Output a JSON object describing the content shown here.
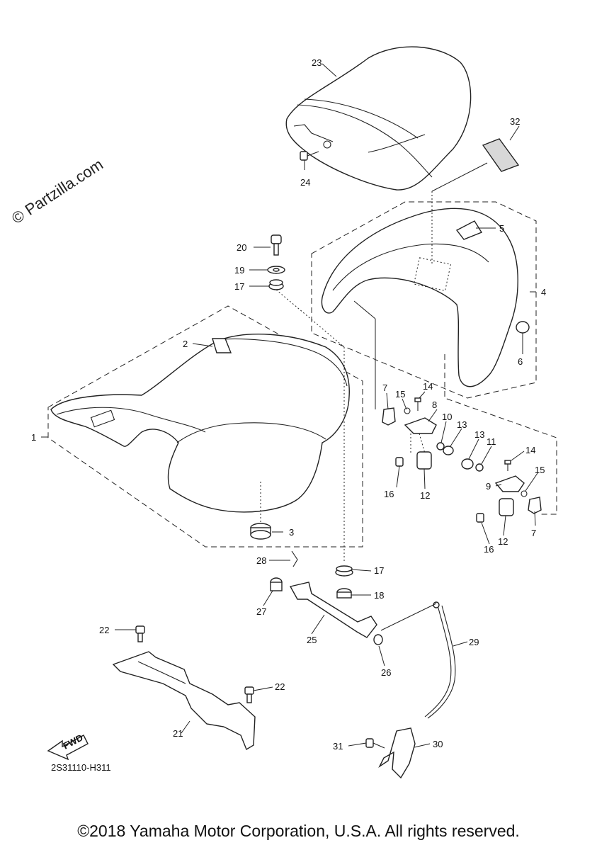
{
  "watermark": "© Partzilla.com",
  "diagram_code": "2S31110-H311",
  "copyright": "©2018 Yamaha Motor Corporation, U.S.A. All rights reserved.",
  "fwd_label": "FWD",
  "callouts": [
    {
      "id": "c1",
      "label": "1"
    },
    {
      "id": "c2",
      "label": "2"
    },
    {
      "id": "c3",
      "label": "3"
    },
    {
      "id": "c4",
      "label": "4"
    },
    {
      "id": "c5",
      "label": "5"
    },
    {
      "id": "c6",
      "label": "6"
    },
    {
      "id": "c7a",
      "label": "7"
    },
    {
      "id": "c7b",
      "label": "7"
    },
    {
      "id": "c8",
      "label": "8"
    },
    {
      "id": "c9",
      "label": "9"
    },
    {
      "id": "c10",
      "label": "10"
    },
    {
      "id": "c11",
      "label": "11"
    },
    {
      "id": "c12a",
      "label": "12"
    },
    {
      "id": "c12b",
      "label": "12"
    },
    {
      "id": "c13a",
      "label": "13"
    },
    {
      "id": "c13b",
      "label": "13"
    },
    {
      "id": "c14a",
      "label": "14"
    },
    {
      "id": "c14b",
      "label": "14"
    },
    {
      "id": "c15a",
      "label": "15"
    },
    {
      "id": "c15b",
      "label": "15"
    },
    {
      "id": "c16a",
      "label": "16"
    },
    {
      "id": "c16b",
      "label": "16"
    },
    {
      "id": "c17a",
      "label": "17"
    },
    {
      "id": "c17b",
      "label": "17"
    },
    {
      "id": "c18",
      "label": "18"
    },
    {
      "id": "c19",
      "label": "19"
    },
    {
      "id": "c20",
      "label": "20"
    },
    {
      "id": "c21",
      "label": "21"
    },
    {
      "id": "c22a",
      "label": "22"
    },
    {
      "id": "c22b",
      "label": "22"
    },
    {
      "id": "c23",
      "label": "23"
    },
    {
      "id": "c24",
      "label": "24"
    },
    {
      "id": "c25",
      "label": "25"
    },
    {
      "id": "c26",
      "label": "26"
    },
    {
      "id": "c27",
      "label": "27"
    },
    {
      "id": "c28",
      "label": "28"
    },
    {
      "id": "c29",
      "label": "29"
    },
    {
      "id": "c30",
      "label": "30"
    },
    {
      "id": "c31",
      "label": "31"
    },
    {
      "id": "c32",
      "label": "32"
    }
  ]
}
